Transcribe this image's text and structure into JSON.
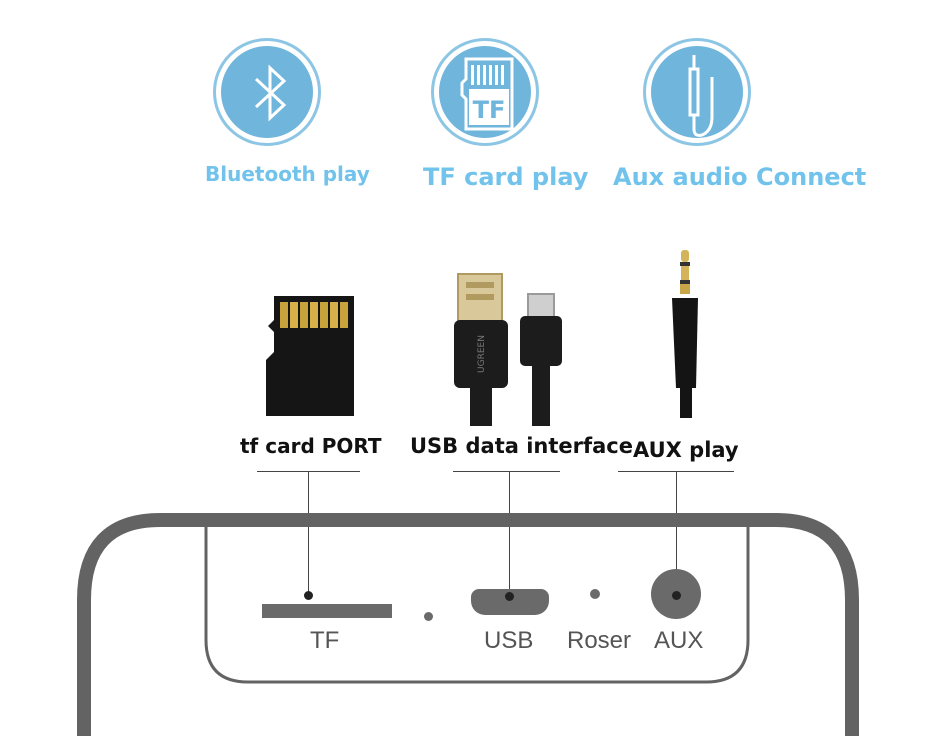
{
  "features": [
    {
      "icon": "bluetooth-icon",
      "label": "Bluetooth play"
    },
    {
      "icon": "tf-card-icon",
      "label": "TF card play",
      "icon_text": "TF"
    },
    {
      "icon": "aux-cable-icon",
      "label": "Aux audio Connect"
    }
  ],
  "ports": [
    {
      "label": "tf card PORT"
    },
    {
      "label": "USB data interface"
    },
    {
      "label": "AUX play"
    }
  ],
  "panel": {
    "tf_label": "TF",
    "usb_label": "USB",
    "reset_label": "Roser",
    "aux_label": "AUX"
  },
  "cable_brand": "UGREEN",
  "colors": {
    "accent": "#72c3ec",
    "circle": "#6fb5dc",
    "device": "#606060"
  }
}
